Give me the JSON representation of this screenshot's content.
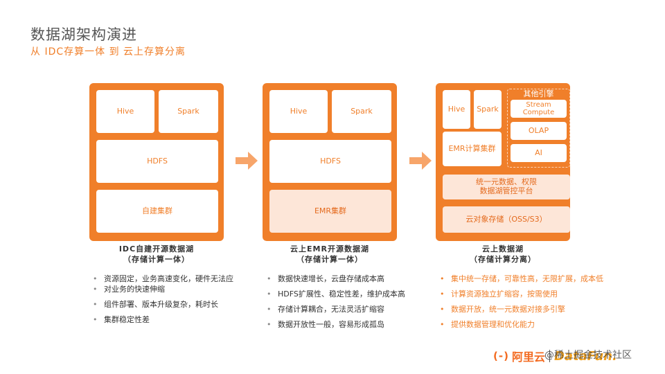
{
  "header": {
    "title": "数据湖架构演进",
    "subtitle": "从 IDC存算一体 到 云上存算分离"
  },
  "columns": [
    {
      "hive": "Hive",
      "spark": "Spark",
      "hdfs": "HDFS",
      "base": "自建集群",
      "caption_line1": "IDC自建开源数据湖",
      "caption_line2": "（存储计算一体）",
      "bullets": [
        "资源固定，业务高速变化，硬件无法应",
        "对业务的快速伸缩",
        "组件部署、版本升级复杂，耗时长",
        "集群稳定性差"
      ]
    },
    {
      "hive": "Hive",
      "spark": "Spark",
      "hdfs": "HDFS",
      "base": "EMR集群",
      "caption_line1": "云上EMR开源数据湖",
      "caption_line2": "（存储计算一体）",
      "bullets": [
        "数据快速增长，云盘存储成本高",
        "HDFS扩展性、稳定性差，维护成本高",
        "存储计算耦合，无法灵活扩缩容",
        "数据开放性一般，容易形成孤岛"
      ]
    },
    {
      "hive": "Hive",
      "spark": "Spark",
      "emr": "EMR计算集群",
      "engines_label": "其他引擎",
      "engines": [
        "Stream Compute",
        "OLAP",
        "AI"
      ],
      "management_line1": "统一元数据、权限",
      "management_line2": "数据湖管控平台",
      "storage": "云对象存储（OSS/S3）",
      "caption_line1": "云上数据湖",
      "caption_line2": "（存储计算分离）",
      "bullets": [
        "集中统一存储，可靠性高，无限扩展，成本低",
        "计算资源独立扩缩容，按需使用",
        "数据开放，统一元数据对接多引擎",
        "提供数据管理和优化能力"
      ]
    }
  ],
  "footer": {
    "logo_mark": "(-)",
    "logo_text": "阿里云",
    "logo_partner": "DataFun.",
    "watermark": "@稀土掘金技术社区"
  },
  "colors": {
    "accent": "#f07f2a",
    "tint": "#fde6d8"
  }
}
